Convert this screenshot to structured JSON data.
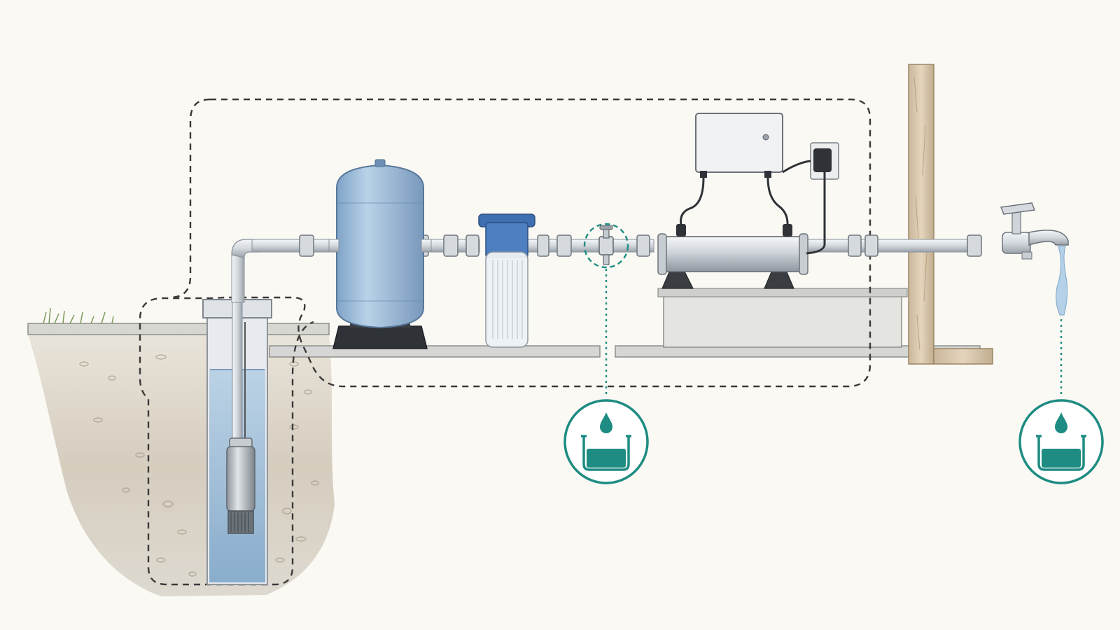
{
  "diagram": {
    "type": "well-water-treatment-system",
    "components": [
      {
        "id": "submersible-pump",
        "icon": "submersible-pump-icon"
      },
      {
        "id": "pressure-tank",
        "icon": "pressure-tank-icon"
      },
      {
        "id": "sediment-filter",
        "icon": "sediment-filter-icon"
      },
      {
        "id": "sample-valve",
        "icon": "valve-icon"
      },
      {
        "id": "uv-sterilizer",
        "icon": "uv-sterilizer-icon"
      },
      {
        "id": "uv-controller",
        "icon": "controller-box-icon"
      },
      {
        "id": "power-outlet",
        "icon": "outlet-icon"
      },
      {
        "id": "faucet",
        "icon": "faucet-icon"
      }
    ],
    "sample_points": [
      {
        "id": "sample-point-before-uv",
        "icon": "water-sample-beaker-icon"
      },
      {
        "id": "sample-point-at-tap",
        "icon": "water-sample-beaker-icon"
      }
    ],
    "boundary": {
      "style": "dashed"
    },
    "colors": {
      "accent_teal": "#1e8c82",
      "tank_blue": "#9fbfdc",
      "filter_blue": "#3f6fb0",
      "water_blue": "#a9c6dc",
      "soil": "#c9c1b2",
      "pipe": "#d9dde1"
    }
  }
}
